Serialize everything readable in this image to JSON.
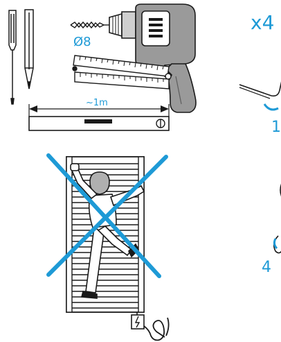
{
  "labels": {
    "drill_bit_size": "Ø8",
    "level_length": "~1m",
    "quantity": "x4",
    "step_first": "1",
    "step_last": "4"
  },
  "colors": {
    "accent_blue": "#1e9ad6",
    "line": "#1a1a1a",
    "drill_body": "#9a9a9a",
    "drill_dark": "#5c5c5c"
  },
  "icons": [
    "screwdriver-icon",
    "pencil-icon",
    "drill-icon",
    "drill-bit-icon",
    "folding-ruler-icon",
    "spirit-level-icon",
    "allen-key-icon",
    "wall-socket-icon",
    "power-cord-icon",
    "person-climbing-icon",
    "prohibited-cross-icon"
  ]
}
